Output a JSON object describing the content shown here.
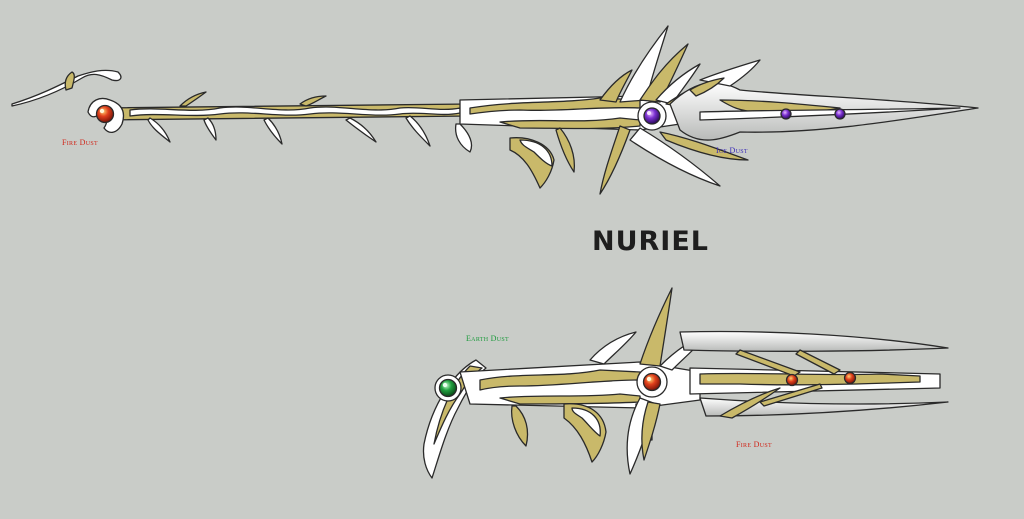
{
  "title": "NURIEL",
  "labels": {
    "spear_fire": "Fire Dust",
    "spear_ice": "Ice Dust",
    "gun_earth": "Earth Dust",
    "gun_fire": "Fire Dust"
  },
  "colors": {
    "background": "#c9ccc8",
    "blade": "#ffffff",
    "gold": "#c9b96a",
    "outline": "#2a2a2a",
    "fire": "#d8301c",
    "ice": "#5533cc",
    "earth": "#1c9a3c"
  },
  "icons": [
    "spear-weapon",
    "gunblade-weapon",
    "fire-gem",
    "ice-gem",
    "earth-gem"
  ]
}
